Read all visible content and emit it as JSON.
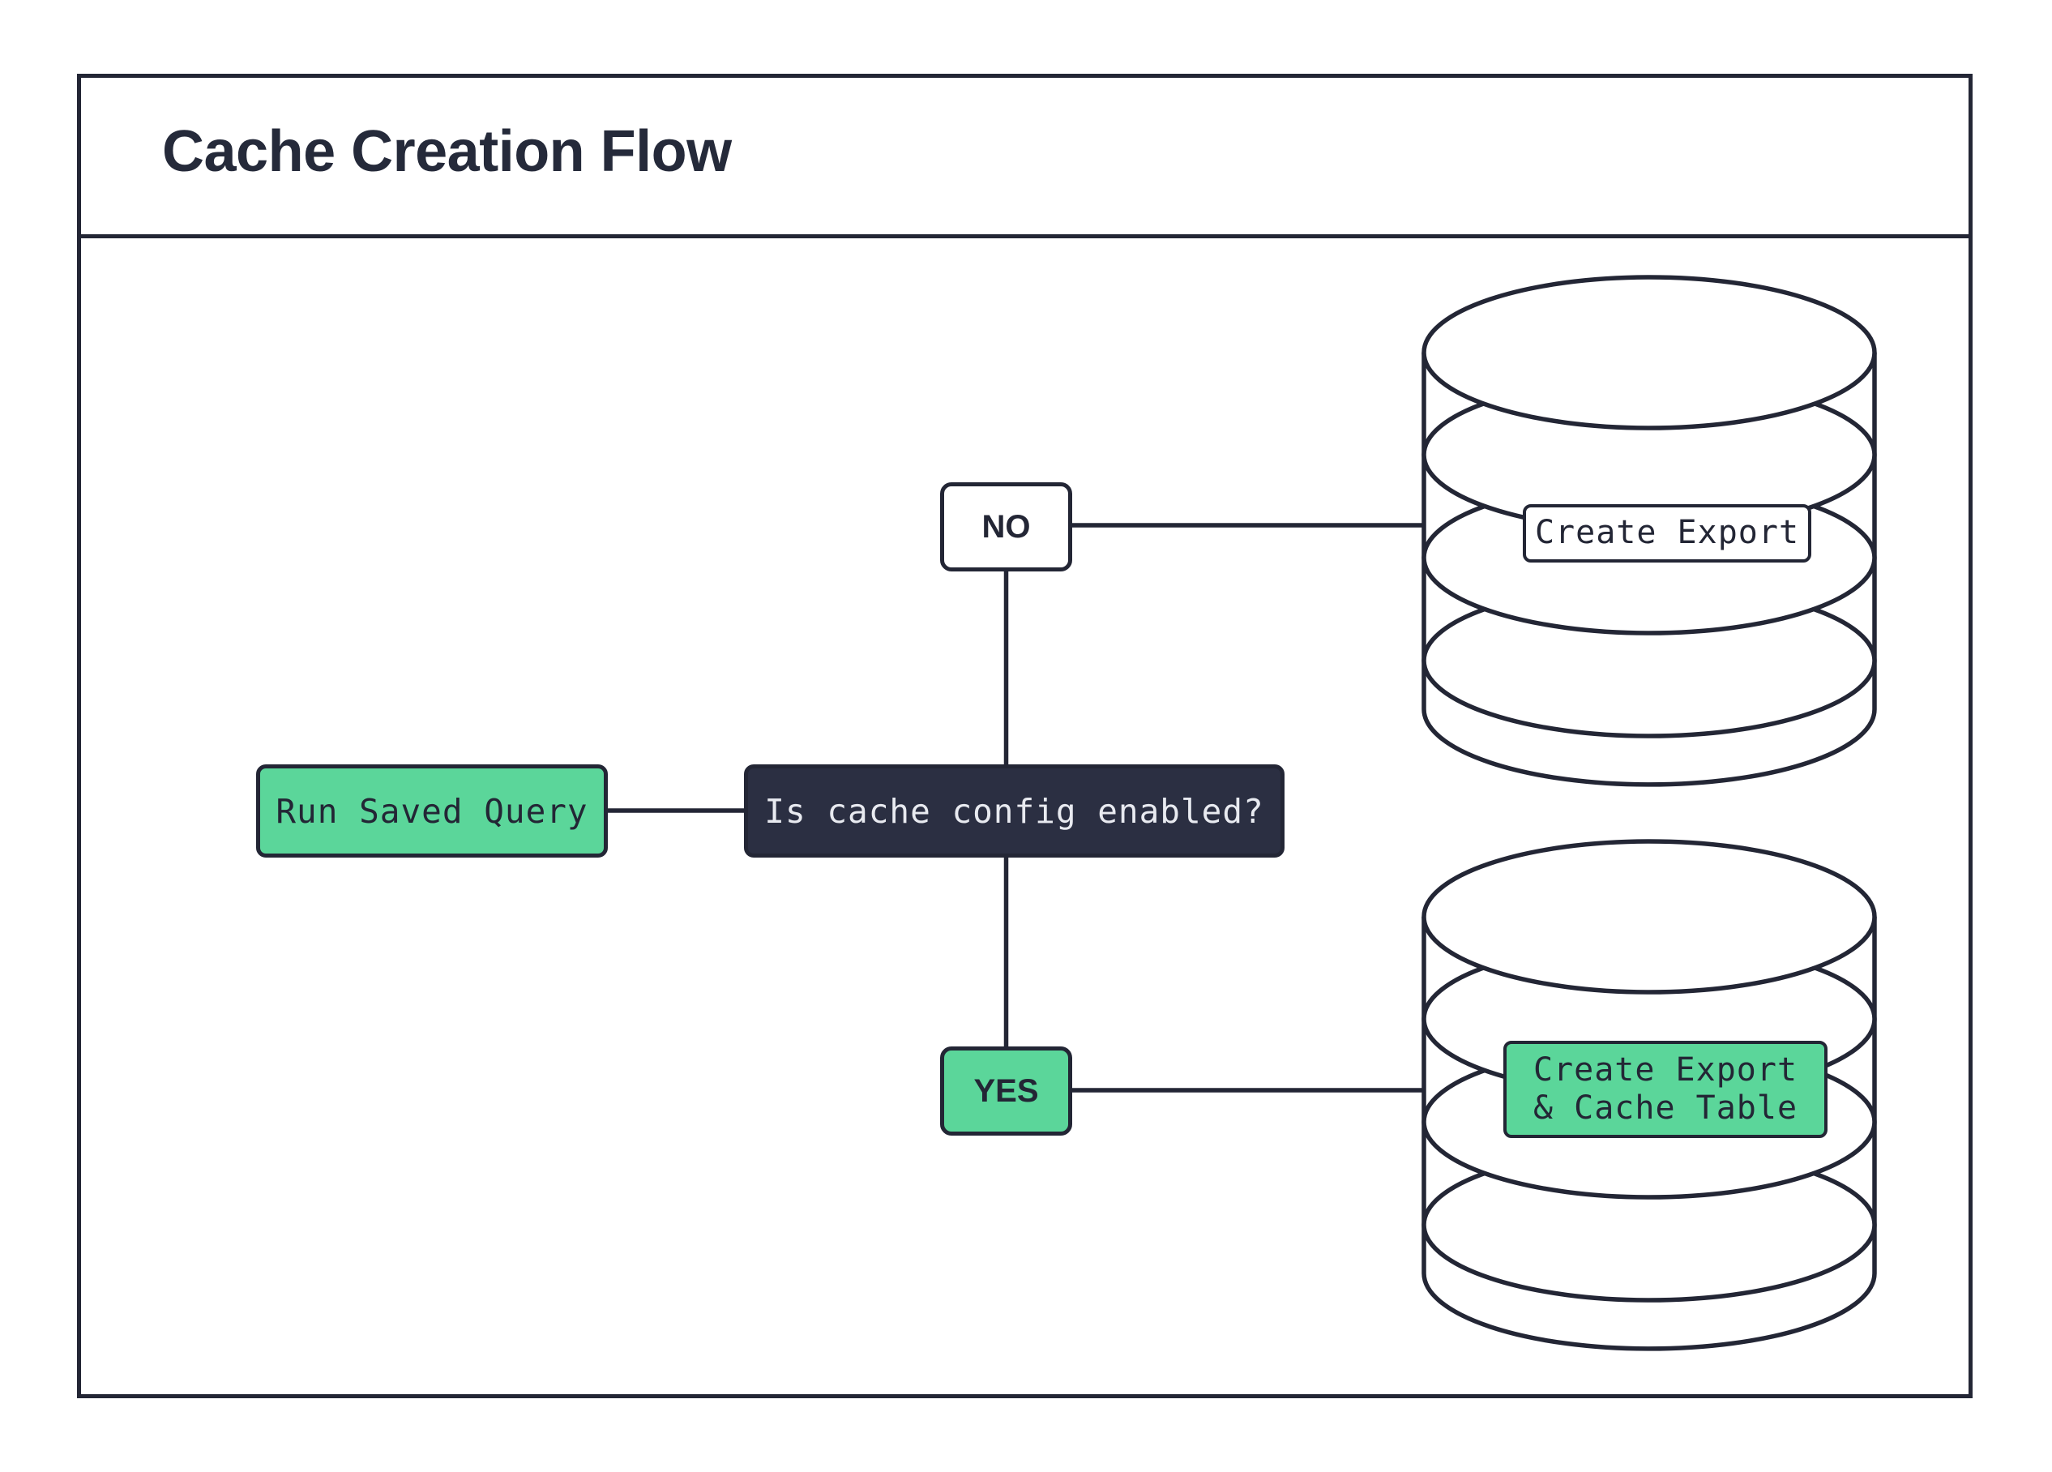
{
  "diagram": {
    "title": "Cache Creation Flow",
    "type": "flowchart",
    "colors": {
      "accent_green": "#5BD69A",
      "dark_navy": "#2b2f42",
      "stroke": "#232635",
      "background": "#ffffff",
      "light_text": "#e8eaf0"
    },
    "nodes": [
      {
        "id": "run-saved-query",
        "label": "Run Saved Query",
        "shape": "rounded-rect",
        "style": "green"
      },
      {
        "id": "decision",
        "label": "Is cache config enabled?",
        "shape": "rounded-rect",
        "style": "dark"
      },
      {
        "id": "branch-no",
        "label": "NO",
        "shape": "rounded-rect",
        "style": "white"
      },
      {
        "id": "branch-yes",
        "label": "YES",
        "shape": "rounded-rect",
        "style": "green"
      },
      {
        "id": "database-top",
        "label": "Create Export",
        "shape": "cylinder",
        "style": "white"
      },
      {
        "id": "database-bottom",
        "label_line1": "Create Export",
        "label_line2": "& Cache Table",
        "shape": "cylinder",
        "style": "green"
      }
    ],
    "edges": [
      {
        "from": "run-saved-query",
        "to": "decision",
        "label": ""
      },
      {
        "from": "decision",
        "to": "branch-no",
        "label": ""
      },
      {
        "from": "decision",
        "to": "branch-yes",
        "label": ""
      },
      {
        "from": "branch-no",
        "to": "database-top",
        "label": ""
      },
      {
        "from": "branch-yes",
        "to": "database-bottom",
        "label": ""
      }
    ]
  }
}
